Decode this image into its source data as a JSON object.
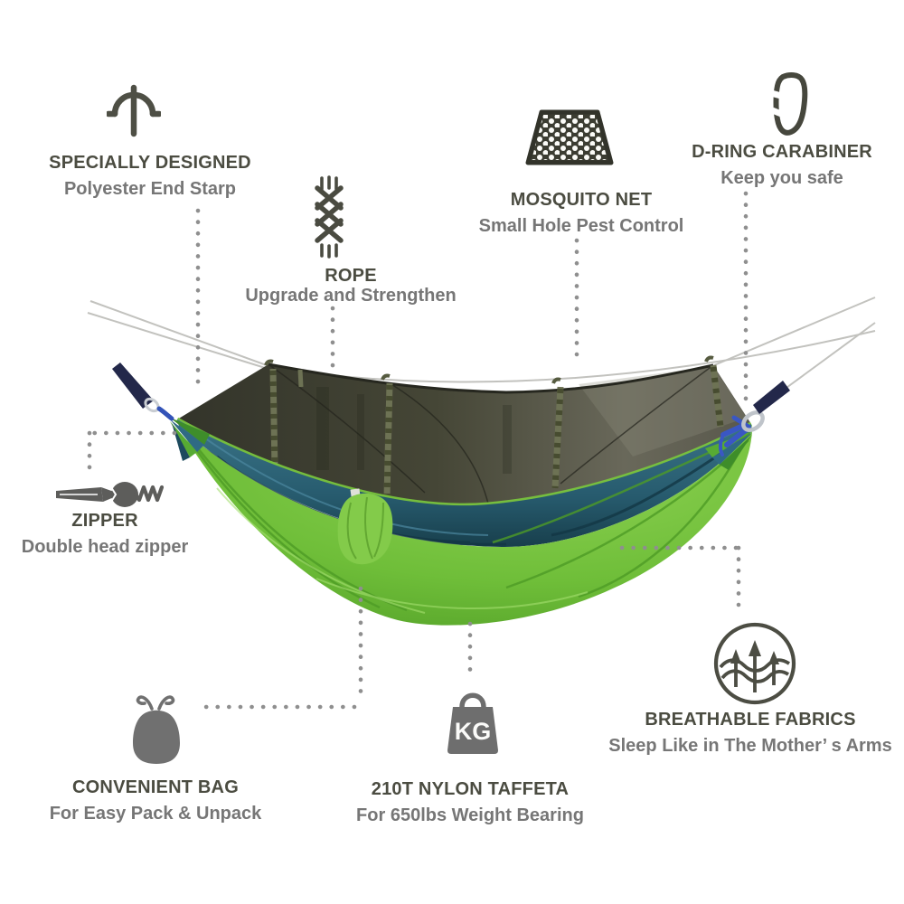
{
  "page": {
    "type": "product-feature-infographic",
    "product": "camping hammock with mosquito net",
    "background": "#ffffff"
  },
  "colors": {
    "heading_text": "#4b4c41",
    "subtitle_text": "#767676",
    "icon_stroke": "#4d4e44",
    "icon_fill": "#6e6e6e",
    "leader_dots": "#8f8f8f",
    "hammock_green": "#7dc242",
    "hammock_teal": "#275b6e",
    "net_olive": "#3a3b2e",
    "strap_navy": "#23284a",
    "rope_blue": "#3a57c4",
    "carabiner_silver": "#bfc4ca",
    "pouch_green": "#83cb4a"
  },
  "icons": {
    "kg_label": "KG",
    "names": [
      "ground-stake-icon",
      "braided-rope-icon",
      "mesh-net-icon",
      "carabiner-icon",
      "zipper-icon",
      "drawstring-bag-icon",
      "kg-weight-icon",
      "breathable-fabric-icon"
    ]
  },
  "features": [
    {
      "id": "end_strap",
      "icon": "ground-stake-icon",
      "title": "SPECIALLY DESIGNED",
      "subtitle": "Polyester End Starp"
    },
    {
      "id": "rope",
      "icon": "braided-rope-icon",
      "title": "ROPE",
      "subtitle": "Upgrade and Strengthen"
    },
    {
      "id": "mosquito",
      "icon": "mesh-net-icon",
      "title": "MOSQUITO NET",
      "subtitle": "Small Hole Pest Control"
    },
    {
      "id": "carabiner",
      "icon": "carabiner-icon",
      "title": "D-RING CARABINER",
      "subtitle": "Keep you safe"
    },
    {
      "id": "zipper",
      "icon": "zipper-icon",
      "title": "ZIPPER",
      "subtitle": "Double head zipper"
    },
    {
      "id": "bag",
      "icon": "drawstring-bag-icon",
      "title": "CONVENIENT BAG",
      "subtitle": "For Easy Pack & Unpack"
    },
    {
      "id": "taffeta",
      "icon": "kg-weight-icon",
      "title": "210T NYLON TAFFETA",
      "subtitle": "For 650lbs Weight Bearing"
    },
    {
      "id": "breathable",
      "icon": "breathable-fabric-icon",
      "title": "BREATHABLE FABRICS",
      "subtitle": "Sleep Like in The Mother’ s Arms"
    }
  ]
}
